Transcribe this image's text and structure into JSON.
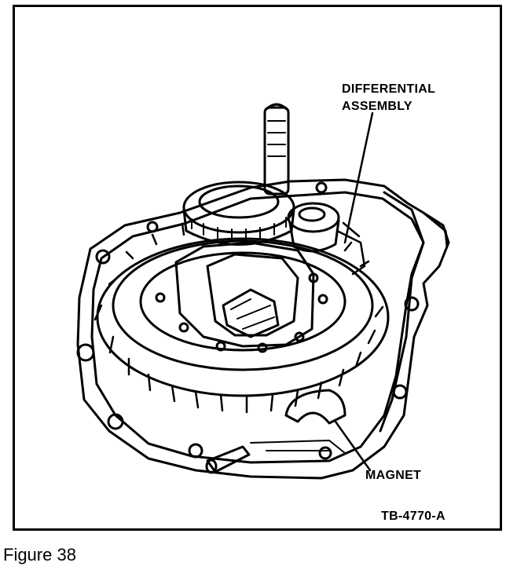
{
  "labels": {
    "differential_line1": "DIFFERENTIAL",
    "differential_line2": "ASSEMBLY",
    "magnet": "MAGNET",
    "figure_code": "TB-4770-A"
  },
  "caption": "Figure 38",
  "colors": {
    "ink": "#000000",
    "paper": "#ffffff"
  }
}
